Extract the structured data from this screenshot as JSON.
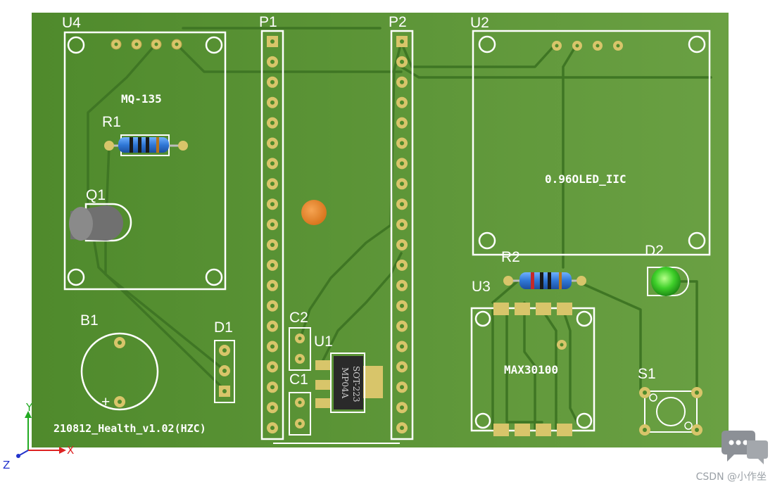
{
  "board": {
    "name_text": "210812_Health_v1.02(HZC)",
    "colors": {
      "board": "#4f8a2c",
      "board_light": "#6aa043",
      "trace": "#3f7624",
      "pad": "#d8c56a",
      "silk": "#ffffff"
    }
  },
  "components": {
    "u4": {
      "ref": "U4",
      "label": "MQ-135"
    },
    "p1": {
      "ref": "P1"
    },
    "p2": {
      "ref": "P2"
    },
    "u2": {
      "ref": "U2",
      "label": "0.96OLED_IIC"
    },
    "r1": {
      "ref": "R1"
    },
    "q1": {
      "ref": "Q1"
    },
    "r2": {
      "ref": "R2"
    },
    "d2": {
      "ref": "D2"
    },
    "u3": {
      "ref": "U3",
      "label": "MAX30100"
    },
    "b1": {
      "ref": "B1",
      "plus": "+"
    },
    "d1": {
      "ref": "D1"
    },
    "c2": {
      "ref": "C2"
    },
    "u1": {
      "ref": "U1",
      "body_line1": "SOT-223",
      "body_line2": "MP04A"
    },
    "c1": {
      "ref": "C1"
    },
    "s1": {
      "ref": "S1"
    }
  },
  "axes": {
    "y": "Y",
    "x": "X",
    "z": "Z"
  },
  "watermark": "CSDN @小作坐"
}
